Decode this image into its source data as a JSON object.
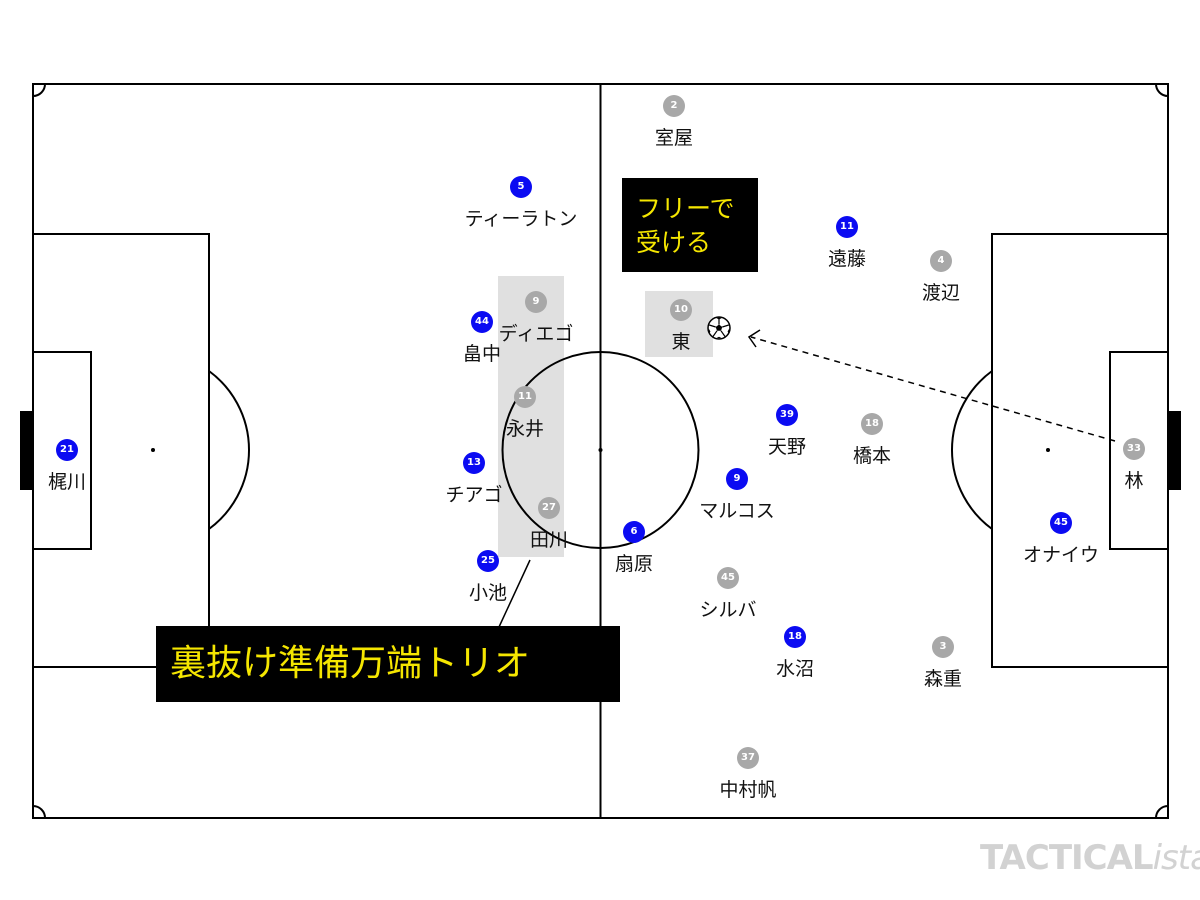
{
  "colors": {
    "home_team": "#0b0bf2",
    "away_team": "#a8a8a8",
    "note_background": "#000000",
    "note_text": "#f5e600",
    "highlight_zone": "#e0e0e0"
  },
  "notes": {
    "free_receive": {
      "line1": "フリーで",
      "line2": "受ける"
    },
    "trio": "裏抜け準備万端トリオ"
  },
  "home_players": [
    {
      "number": "21",
      "name": "梶川"
    },
    {
      "number": "5",
      "name": "ティーラトン"
    },
    {
      "number": "44",
      "name": "畠中"
    },
    {
      "number": "13",
      "name": "チアゴ"
    },
    {
      "number": "25",
      "name": "小池"
    },
    {
      "number": "6",
      "name": "扇原"
    },
    {
      "number": "11",
      "name": "遠藤"
    },
    {
      "number": "39",
      "name": "天野"
    },
    {
      "number": "9",
      "name": "マルコス"
    },
    {
      "number": "18",
      "name": "水沼"
    },
    {
      "number": "45",
      "name": "オナイウ"
    }
  ],
  "away_players": [
    {
      "number": "2",
      "name": "室屋"
    },
    {
      "number": "9",
      "name": "ディエゴ"
    },
    {
      "number": "11",
      "name": "永井"
    },
    {
      "number": "27",
      "name": "田川"
    },
    {
      "number": "10",
      "name": "東"
    },
    {
      "number": "4",
      "name": "渡辺"
    },
    {
      "number": "18",
      "name": "橋本"
    },
    {
      "number": "45",
      "name": "シルバ"
    },
    {
      "number": "3",
      "name": "森重"
    },
    {
      "number": "37",
      "name": "中村帆"
    },
    {
      "number": "33",
      "name": "林"
    }
  ],
  "ball_icon": "soccer-ball-icon",
  "watermark": {
    "main": "TACTICAL",
    "italic": "ista"
  }
}
